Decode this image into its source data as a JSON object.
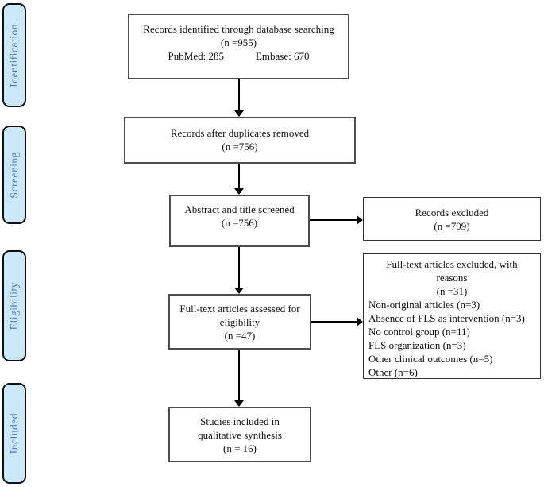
{
  "palette": {
    "stage_fill": "#cbe7fa",
    "stage_text": "#4a79bd",
    "box_border": "#4d4d4d",
    "arrow": "#000000"
  },
  "sidebar": {
    "stages": [
      "Identification",
      "Screening",
      "Eligibility",
      "Included"
    ]
  },
  "flow": {
    "identified": {
      "line1": "Records identified through database searching",
      "count": "(n =955)",
      "sources": [
        "PubMed: 285",
        "Embase: 670"
      ]
    },
    "duplicates": {
      "line1": "Records after duplicates removed",
      "count": "(n =756)"
    },
    "screened": {
      "line1": "Abstract and title screened",
      "count": "(n =756)"
    },
    "fulltext": {
      "line1": "Full-text articles assessed for",
      "line2": "eligibility",
      "count": "(n =47)"
    },
    "included": {
      "line1": "Studies included in",
      "line2": "qualitative synthesis",
      "count": "(n = 16)"
    },
    "excluded_records": {
      "line1": "Records excluded",
      "count": "(n =709)"
    },
    "excluded_fulltext": {
      "heading1": "Full-text articles excluded, with",
      "heading2": "reasons",
      "count": "(n =31)",
      "reasons": [
        "Non-original articles (n=3)",
        "Absence of FLS as intervention (n=3)",
        "No control group (n=11)",
        "FLS organization (n=3)",
        "Other clinical outcomes (n=5)",
        "Other (n=6)"
      ]
    }
  }
}
